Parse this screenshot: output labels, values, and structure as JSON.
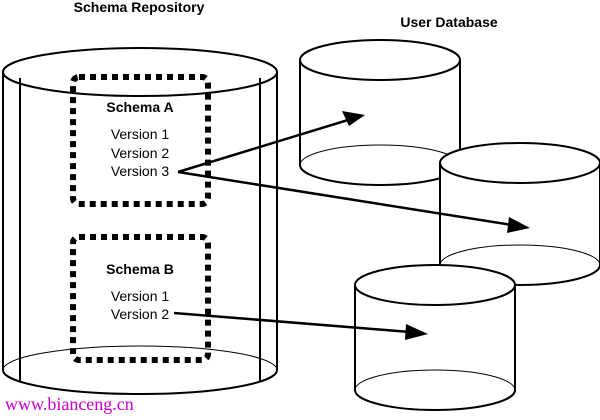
{
  "repository": {
    "title": "Schema Repository",
    "schemas": [
      {
        "name": "Schema A",
        "versions": [
          "Version 1",
          "Version 2",
          "Version 3"
        ]
      },
      {
        "name": "Schema B",
        "versions": [
          "Version 1",
          "Version 2"
        ]
      }
    ]
  },
  "user_database": {
    "title": "User Database"
  },
  "watermark": {
    "text": "www.bianceng.cn",
    "color": "#cc00cc"
  },
  "colors": {
    "stroke": "#000000",
    "background": "#ffffff"
  }
}
